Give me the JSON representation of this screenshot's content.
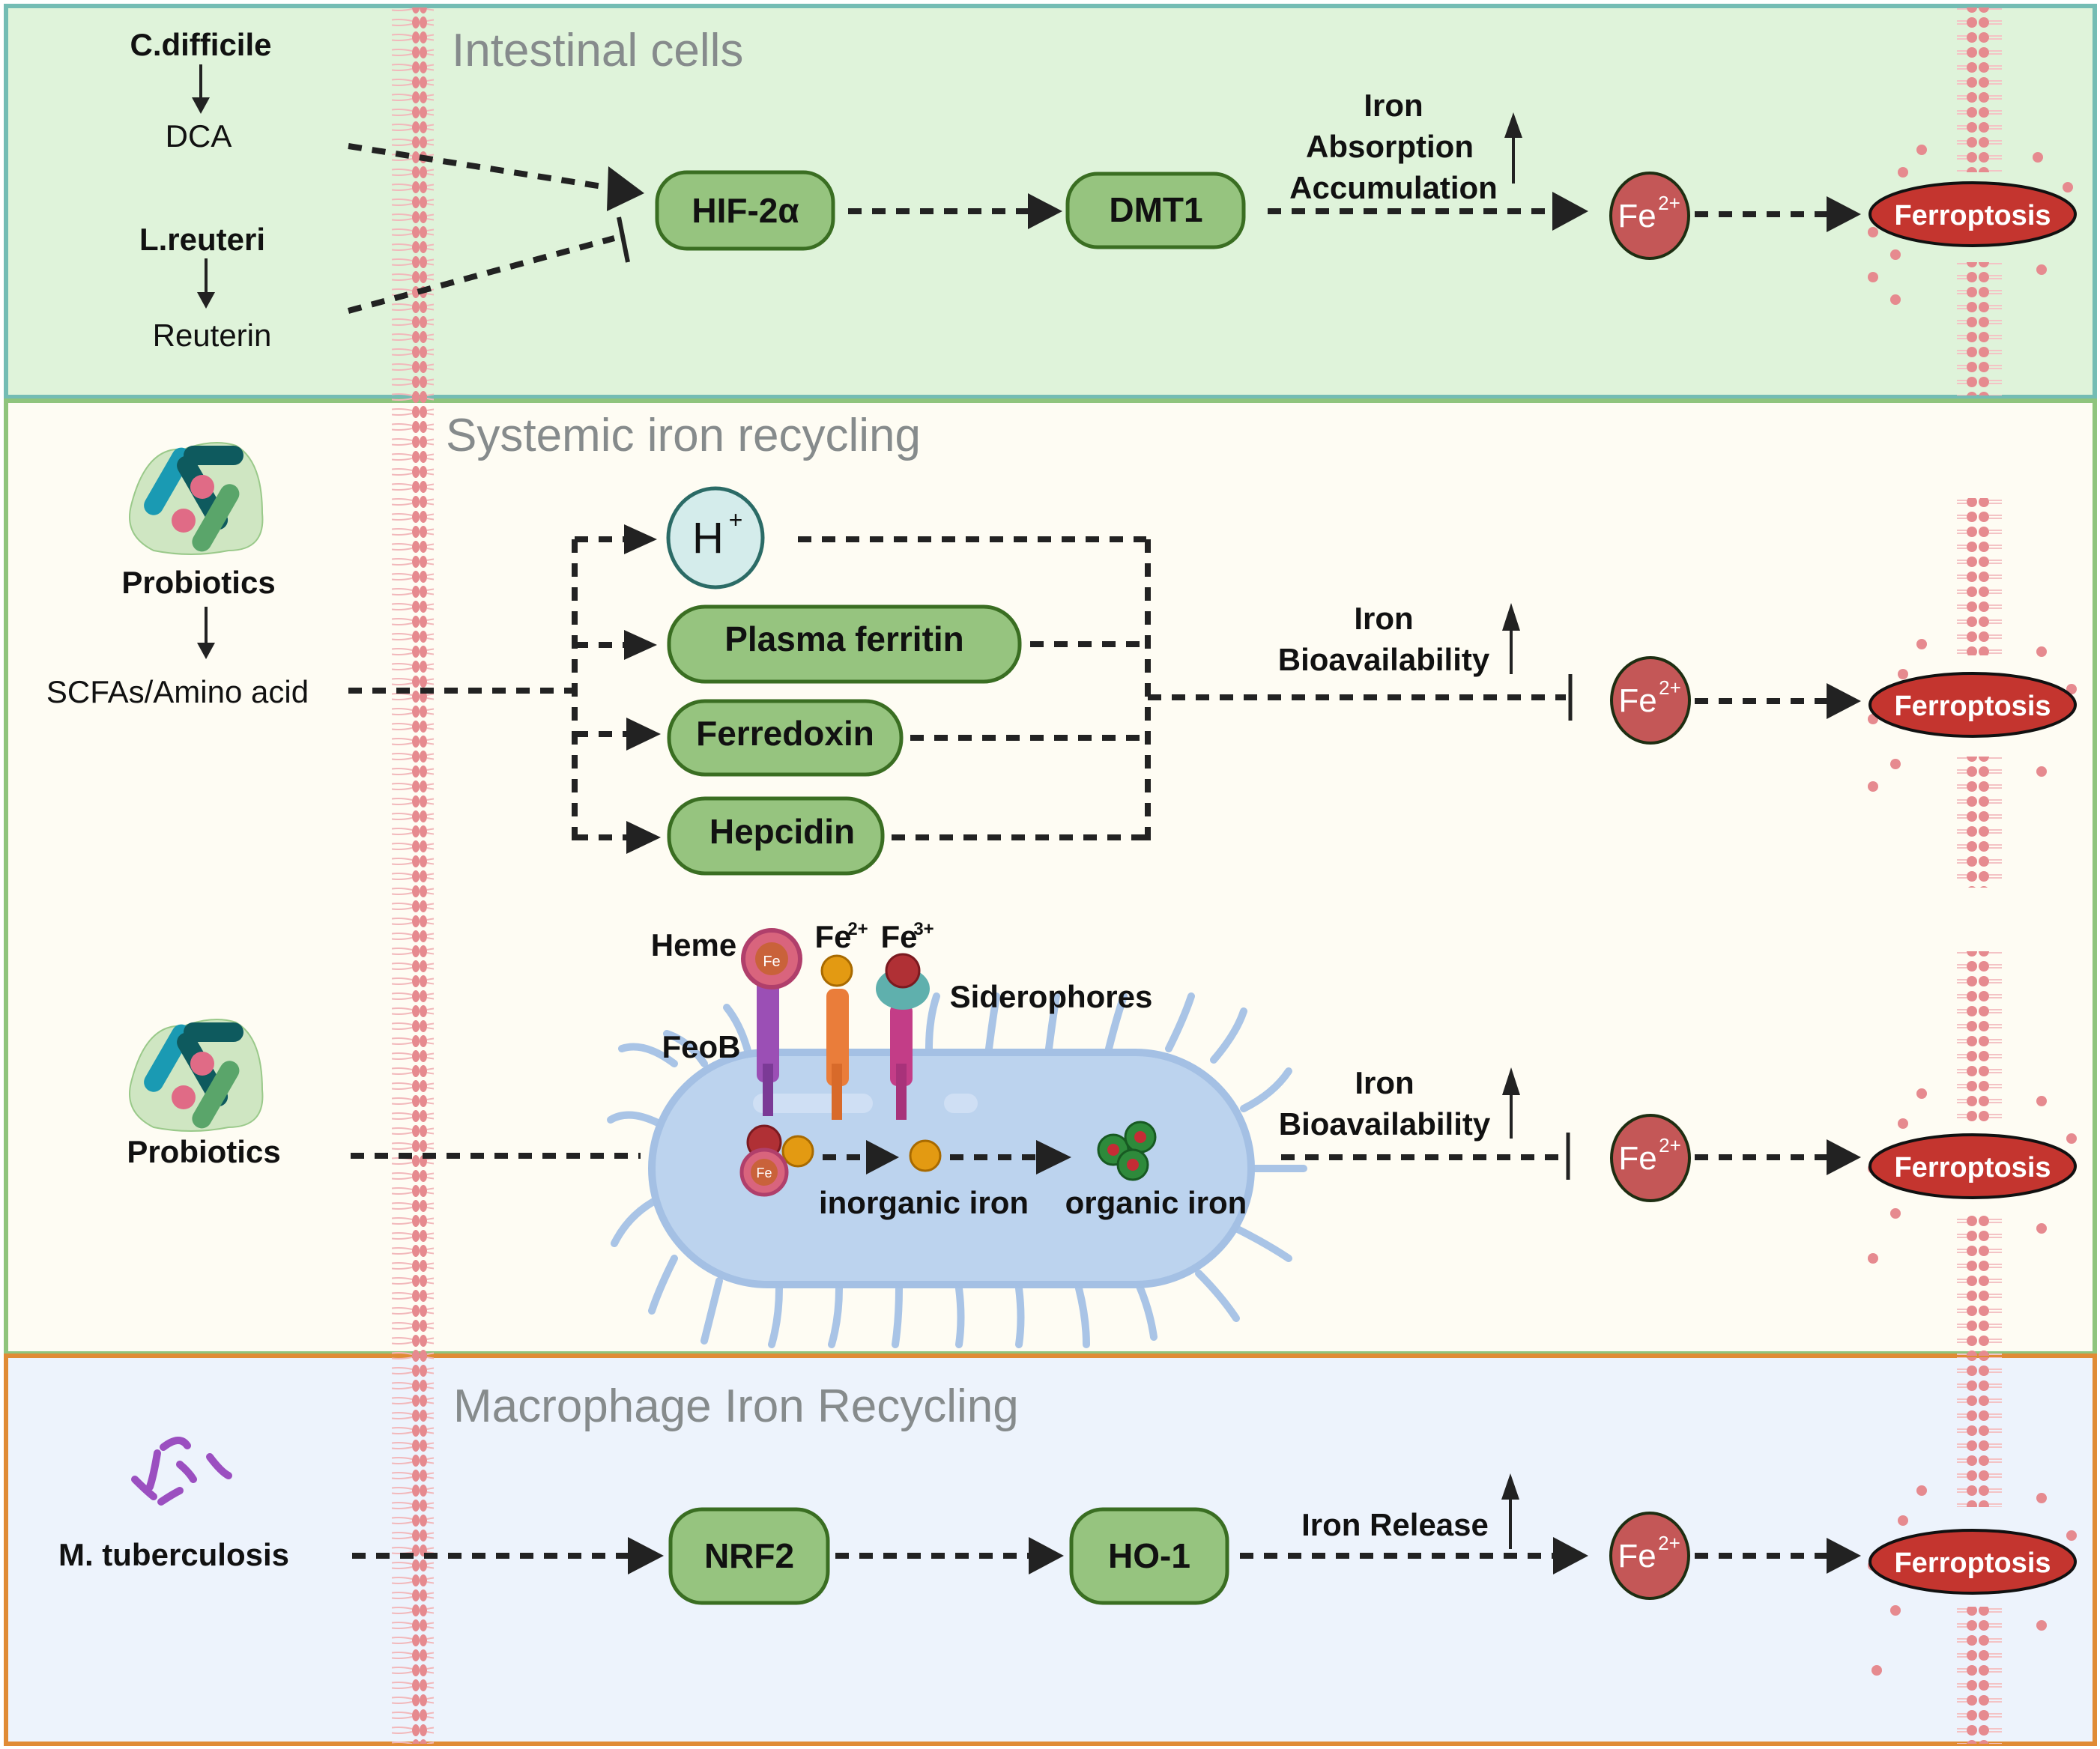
{
  "panels": [
    {
      "title": "Intestinal cells",
      "bg": "#dff3da",
      "border": "#74bcb4",
      "sources": [
        {
          "name": "C.difficile",
          "product": "DCA",
          "effect": "activates"
        },
        {
          "name": "L.reuteri",
          "product": "Reuterin",
          "effect": "inhibits"
        }
      ],
      "nodes": [
        "HIF-2α",
        "DMT1"
      ],
      "annotation": [
        "Iron",
        "Absorption",
        "Accumulation"
      ],
      "annotation_trend": "up",
      "iron": {
        "base": "Fe",
        "sup": "2+"
      },
      "outcome": "Ferroptosis"
    },
    {
      "title": "Systemic iron recycling",
      "bg": "#fefcf3",
      "border": "#8fc47d",
      "upper": {
        "source": "Probiotics",
        "product": "SCFAs/Amino acid",
        "targets": [
          {
            "label": "H",
            "sup": "+",
            "shape": "circle"
          },
          {
            "label": "Plasma ferritin",
            "shape": "pill"
          },
          {
            "label": "Ferredoxin",
            "shape": "pill"
          },
          {
            "label": "Hepcidin",
            "shape": "pill"
          }
        ],
        "annotation": [
          "Iron",
          "Bioavailability"
        ],
        "annotation_trend": "up",
        "iron": {
          "base": "Fe",
          "sup": "2+"
        },
        "outcome": "Ferroptosis"
      },
      "lower": {
        "source": "Probiotics",
        "bacterium_labels": {
          "heme": "Heme",
          "heme_fe": "Fe",
          "fe2": {
            "base": "Fe",
            "sup": "2+"
          },
          "fe3": {
            "base": "Fe",
            "sup": "3+"
          },
          "siderophores": "Siderophores",
          "feob": "FeoB",
          "inorganic": "inorganic iron",
          "organic": "organic iron"
        },
        "annotation": [
          "Iron",
          "Bioavailability"
        ],
        "annotation_trend": "up",
        "iron": {
          "base": "Fe",
          "sup": "2+"
        },
        "outcome": "Ferroptosis"
      }
    },
    {
      "title": "Macrophage Iron Recycling",
      "bg": "#edf3fc",
      "border": "#e08b35",
      "source": "M. tuberculosis",
      "nodes": [
        "NRF2",
        "HO-1"
      ],
      "annotation": [
        "Iron Release"
      ],
      "annotation_trend": "up",
      "iron": {
        "base": "Fe",
        "sup": "2+"
      },
      "outcome": "Ferroptosis"
    }
  ],
  "colors": {
    "node_fill": "#96c47f",
    "node_border": "#3a6e22",
    "iron_fill": "#c45757",
    "ferroptosis_fill": "#c4352f",
    "membrane": "#e68a8f",
    "bacterium": "#bcd3ee",
    "title_gray": "#868b8c"
  }
}
